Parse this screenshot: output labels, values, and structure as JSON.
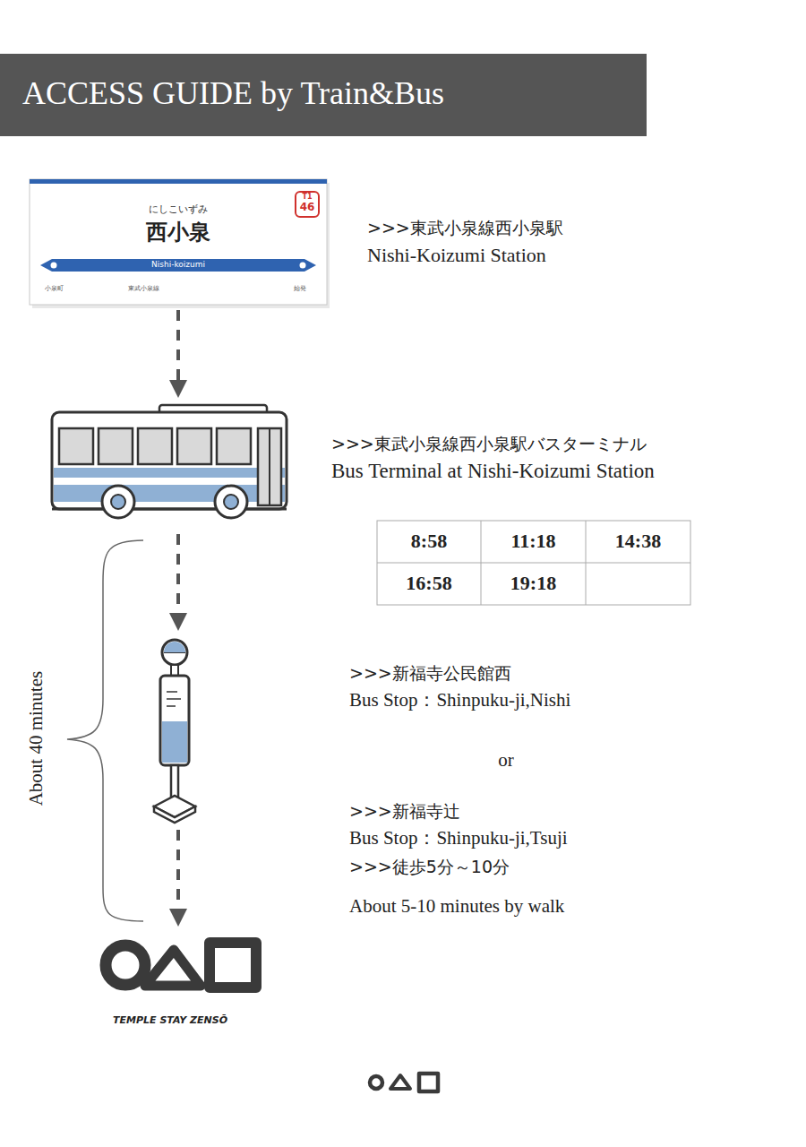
{
  "diagram": {
    "title": "ACCESS GUIDE by Train&Bus",
    "nodes": [
      {
        "text": [
          "にしこいずみ",
          "西小泉",
          "Nishi-koizumi",
          ">>>東武小泉線西小泉駅",
          "Nishi-Koizumi Station"
        ]
      },
      {
        "text": [
          ">>>東武小泉線西小泉駅バスターミナル",
          "Bus Terminal at Nishi-Koizumi Station"
        ]
      },
      {
        "text": [
          ">>>新福寺公民館西",
          "Bus Stop：Shinpuku-ji,Nishi",
          "or",
          ">>>新福寺辻",
          "Bus Stop：Shinpuku-ji,Tsuji"
        ]
      },
      {
        "text": [
          "TEMPLE STAY ZENSŌ"
        ]
      }
    ],
    "edges": [
      {
        "from": 0,
        "to": 1,
        "arrow": "to"
      },
      {
        "from": 1,
        "to": 2,
        "arrow": "to"
      },
      {
        "from": 2,
        "to": 3,
        "arrow": "to"
      }
    ],
    "labels": [
      "T1",
      "46",
      "小泉町",
      "東武小泉線",
      "始発",
      "8:58",
      "11:18",
      "14:38",
      "16:58",
      "19:18",
      "About 40 minutes",
      ">>>徒歩5分～10分",
      "About 5-10 minutes by walk"
    ]
  }
}
